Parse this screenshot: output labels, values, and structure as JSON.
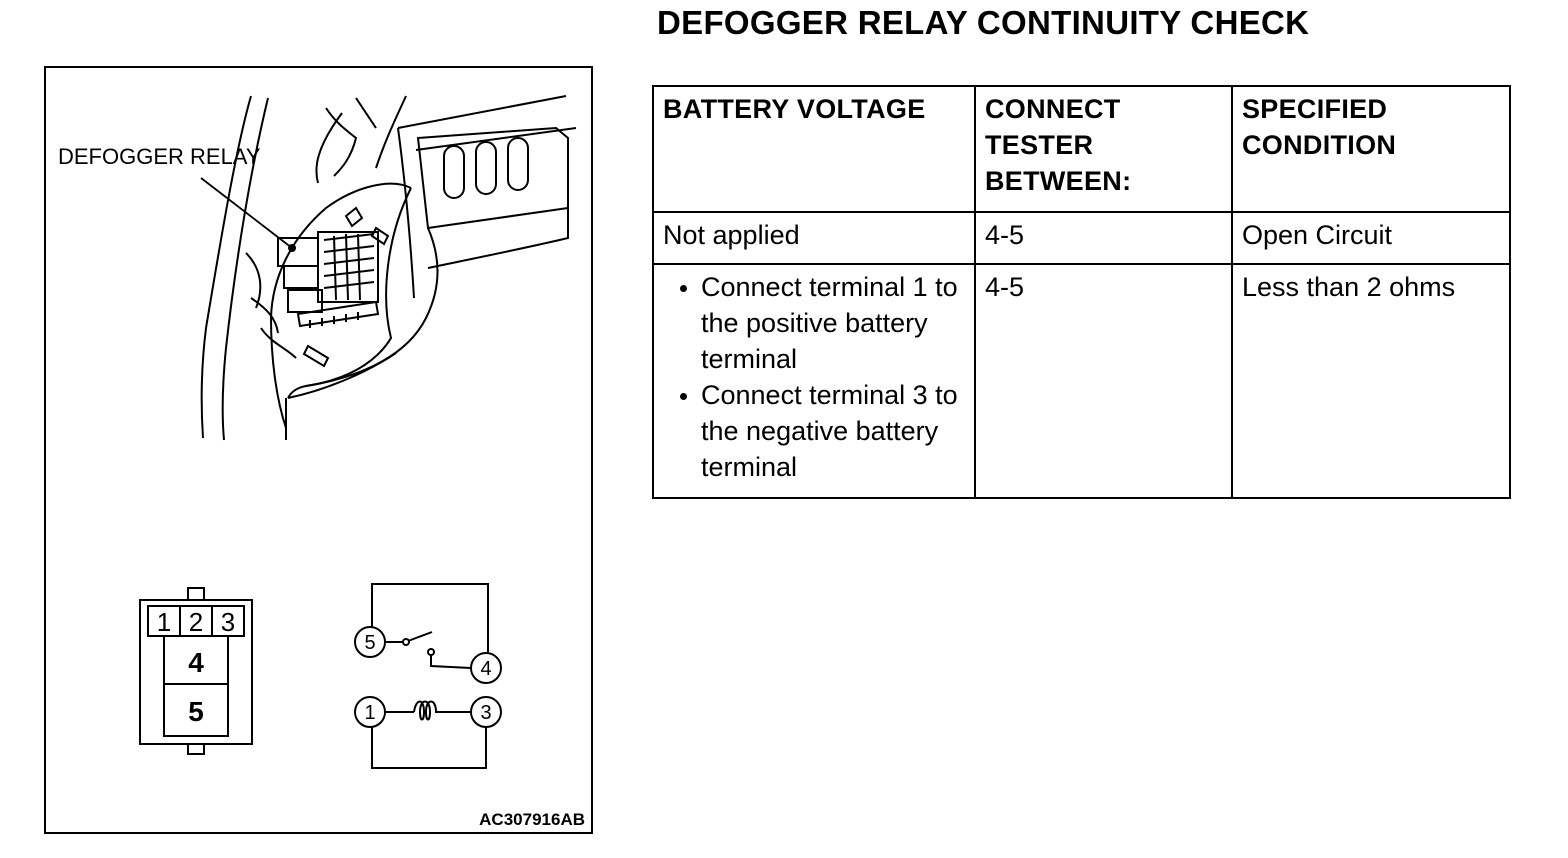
{
  "page": {
    "title": "DEFOGGER RELAY CONTINUITY CHECK"
  },
  "figure": {
    "callout_label": "DEFOGGER RELAY",
    "figure_code": "AC307916AB",
    "connector_pins": [
      "1",
      "2",
      "3",
      "4",
      "5"
    ],
    "schematic_terminals": [
      "5",
      "4",
      "1",
      "3"
    ]
  },
  "table": {
    "headers": [
      "BATTERY VOLTAGE",
      "CONNECT TESTER BETWEEN:",
      "SPECIFIED CONDITION"
    ],
    "rows": [
      {
        "battery_voltage": "Not applied",
        "connect_tester": "4-5",
        "condition": "Open Circuit"
      },
      {
        "battery_voltage_steps": [
          "Connect terminal 1 to the positive battery terminal",
          "Connect terminal 3 to the negative battery terminal"
        ],
        "connect_tester": "4-5",
        "condition": "Less than 2 ohms"
      }
    ]
  }
}
